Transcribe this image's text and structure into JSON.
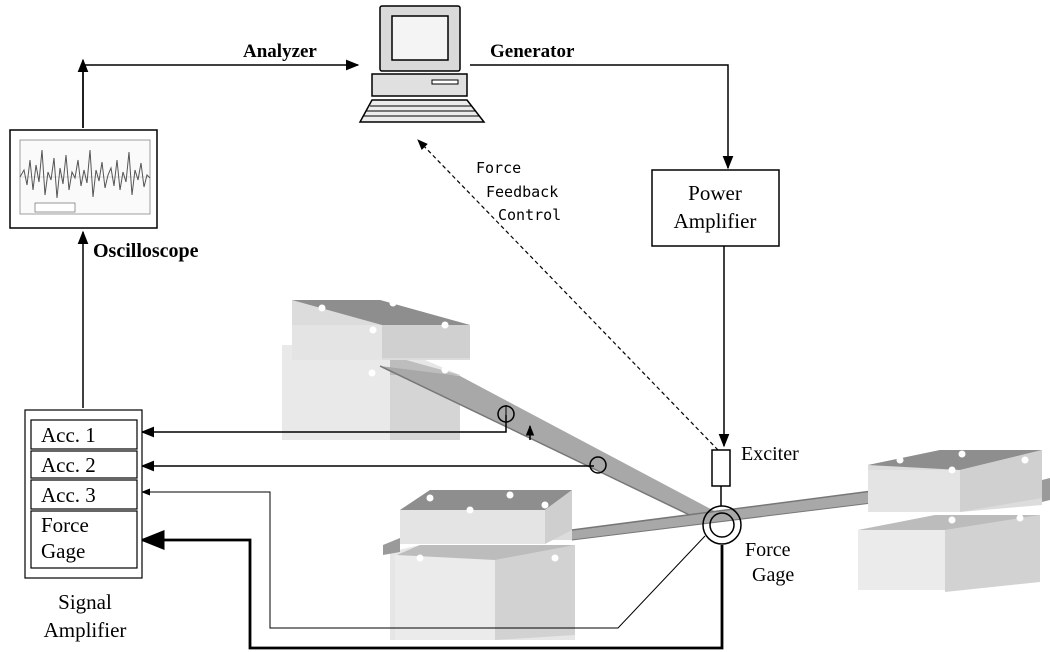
{
  "labels": {
    "analyzer": "Analyzer",
    "generator": "Generator",
    "oscilloscope": "Oscilloscope",
    "power_amplifier_line1": "Power",
    "power_amplifier_line2": "Amplifier",
    "force_feedback_line1": "Force",
    "force_feedback_line2": "Feedback",
    "force_feedback_line3": "Control",
    "exciter": "Exciter",
    "force_gage_line1": "Force",
    "force_gage_line2": "Gage",
    "signal_amplifier_line1": "Signal",
    "signal_amplifier_line2": "Amplifier"
  },
  "signal_amplifier_channels": [
    {
      "line1": "Acc. 1",
      "line2": ""
    },
    {
      "line1": "Acc. 2",
      "line2": ""
    },
    {
      "line1": "Acc. 3",
      "line2": ""
    },
    {
      "line1": "Force",
      "line2": "Gage"
    }
  ],
  "icons": [
    "computer-icon",
    "oscilloscope-screen-icon",
    "fixture-block-icon"
  ],
  "colors": {
    "line": "#000000",
    "block_top": "#8a8a8a",
    "block_side": "#cfcfcf",
    "block_front": "#e3e3e3",
    "beam": "#9a9a9a"
  }
}
